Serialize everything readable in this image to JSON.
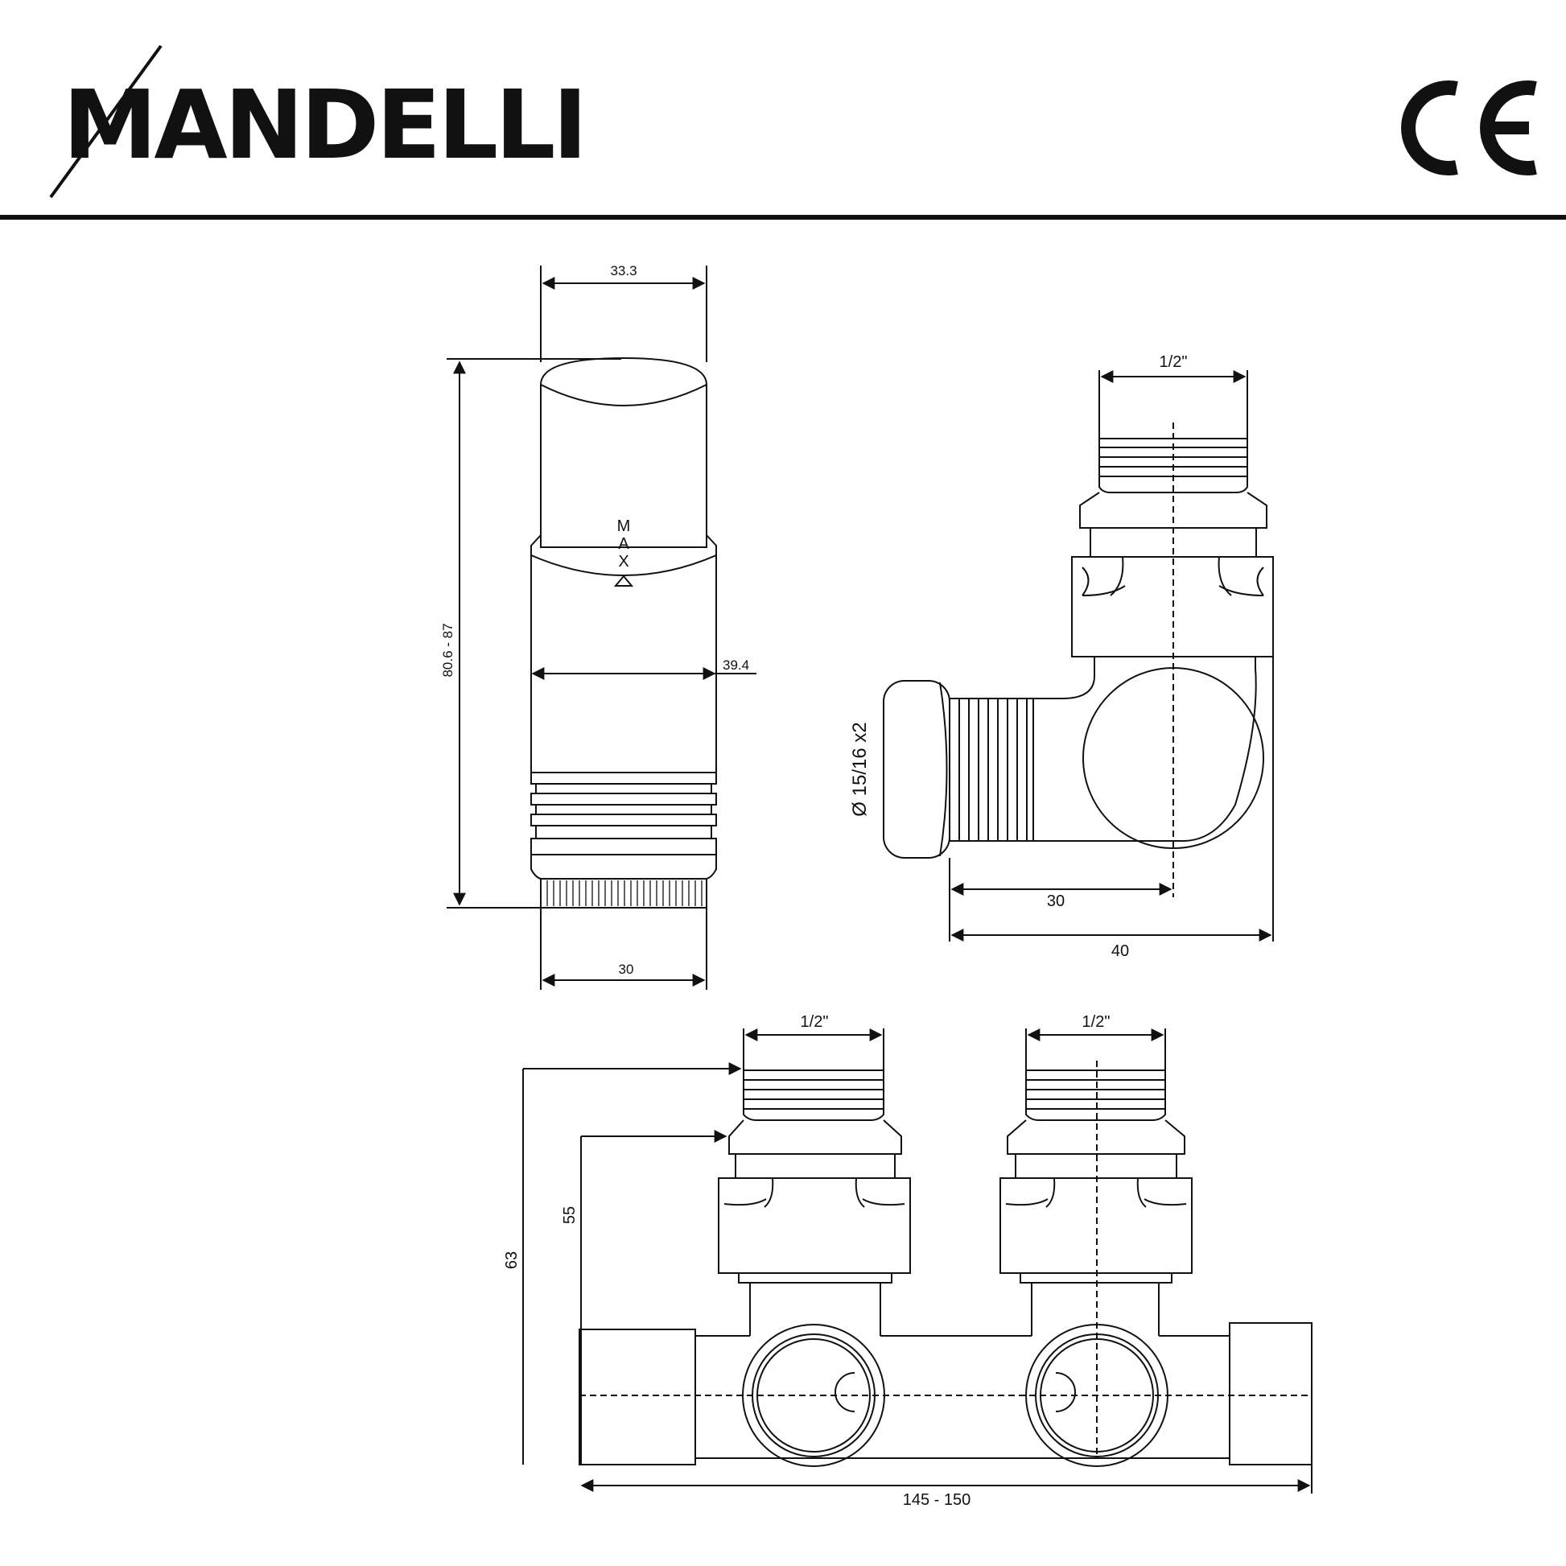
{
  "brand": {
    "logo_text": "MANDELLI"
  },
  "certification": {
    "mark": "CE"
  },
  "colors": {
    "line": "#111111",
    "background": "#ffffff"
  },
  "side_view": {
    "knob_marking": [
      "M",
      "A",
      "X"
    ],
    "dimensions": {
      "top_width": "33.3",
      "height": "80.6 - 87",
      "body_width": "39.4",
      "bottom_width": "30"
    }
  },
  "angle_view": {
    "dimensions": {
      "thread": "1/2\"",
      "connection": "Ø 15/16 x2",
      "center": "30",
      "overall": "40"
    }
  },
  "front_view": {
    "dimensions": {
      "thread_left": "1/2\"",
      "thread_right": "1/2\"",
      "height_outer": "63",
      "height_inner": "55",
      "width": "145 - 150"
    }
  }
}
